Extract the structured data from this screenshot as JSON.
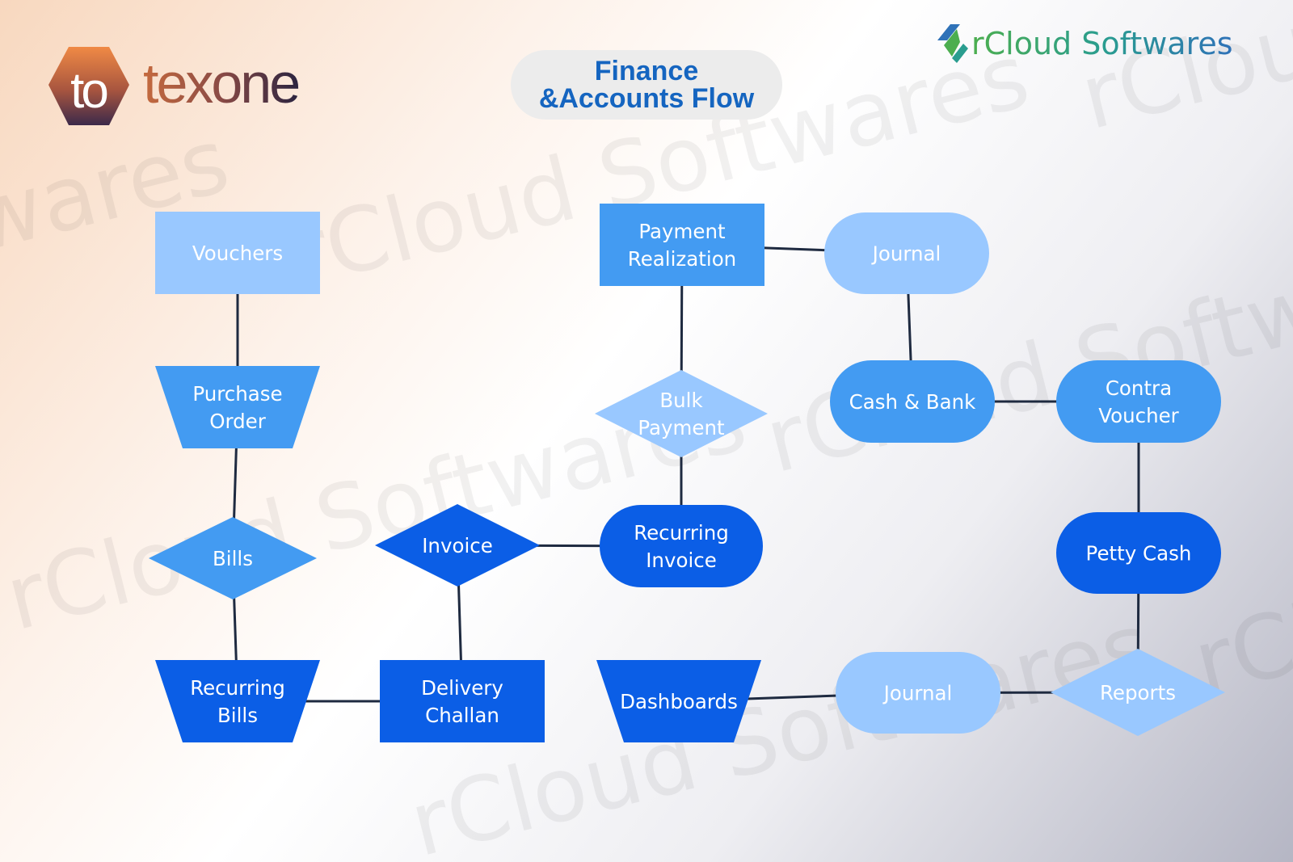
{
  "brand_left": "texone",
  "brand_right": "rCloud Softwares",
  "title": {
    "line1": "Finance",
    "line2": "&Accounts Flow"
  },
  "watermark_text": "rCloud Softwares",
  "colors": {
    "light": "#99c8ff",
    "medium": "#439bf2",
    "dark": "#0b5ee6",
    "connector": "#1e2a40",
    "title_text": "#1565c0"
  },
  "nodes": [
    {
      "id": "vouchers",
      "lines": [
        "Vouchers"
      ],
      "shape": "rect",
      "tone": "light"
    },
    {
      "id": "purchase-order",
      "lines": [
        "Purchase",
        "Order"
      ],
      "shape": "trapezoid",
      "tone": "medium"
    },
    {
      "id": "bills",
      "lines": [
        "Bills"
      ],
      "shape": "diamond",
      "tone": "medium"
    },
    {
      "id": "recurring-bills",
      "lines": [
        "Recurring",
        "Bills"
      ],
      "shape": "trapezoid",
      "tone": "dark"
    },
    {
      "id": "delivery-challan",
      "lines": [
        "Delivery",
        "Challan"
      ],
      "shape": "rect",
      "tone": "dark"
    },
    {
      "id": "invoice",
      "lines": [
        "Invoice"
      ],
      "shape": "diamond",
      "tone": "dark"
    },
    {
      "id": "recurring-invoice",
      "lines": [
        "Recurring",
        "Invoice"
      ],
      "shape": "pill",
      "tone": "dark"
    },
    {
      "id": "bulk-payment",
      "lines": [
        "Bulk",
        "Payment"
      ],
      "shape": "diamond",
      "tone": "light"
    },
    {
      "id": "payment-realization",
      "lines": [
        "Payment",
        "Realization"
      ],
      "shape": "rect",
      "tone": "medium"
    },
    {
      "id": "journal-top",
      "lines": [
        "Journal"
      ],
      "shape": "pill",
      "tone": "light"
    },
    {
      "id": "cash-bank",
      "lines": [
        "Cash & Bank"
      ],
      "shape": "pill",
      "tone": "medium"
    },
    {
      "id": "contra-voucher",
      "lines": [
        "Contra",
        "Voucher"
      ],
      "shape": "pill",
      "tone": "medium"
    },
    {
      "id": "petty-cash",
      "lines": [
        "Petty Cash"
      ],
      "shape": "pill",
      "tone": "dark"
    },
    {
      "id": "reports",
      "lines": [
        "Reports"
      ],
      "shape": "diamond",
      "tone": "light"
    },
    {
      "id": "journal-bottom",
      "lines": [
        "Journal"
      ],
      "shape": "pill",
      "tone": "light"
    },
    {
      "id": "dashboards",
      "lines": [
        "Dashboards"
      ],
      "shape": "trapezoid",
      "tone": "dark"
    }
  ],
  "edges": [
    [
      "vouchers",
      "purchase-order"
    ],
    [
      "purchase-order",
      "bills"
    ],
    [
      "bills",
      "recurring-bills"
    ],
    [
      "recurring-bills",
      "delivery-challan"
    ],
    [
      "delivery-challan",
      "invoice"
    ],
    [
      "invoice",
      "recurring-invoice"
    ],
    [
      "recurring-invoice",
      "bulk-payment"
    ],
    [
      "bulk-payment",
      "payment-realization"
    ],
    [
      "payment-realization",
      "journal-top"
    ],
    [
      "journal-top",
      "cash-bank"
    ],
    [
      "cash-bank",
      "contra-voucher"
    ],
    [
      "contra-voucher",
      "petty-cash"
    ],
    [
      "petty-cash",
      "reports"
    ],
    [
      "reports",
      "journal-bottom"
    ],
    [
      "journal-bottom",
      "dashboards"
    ]
  ]
}
